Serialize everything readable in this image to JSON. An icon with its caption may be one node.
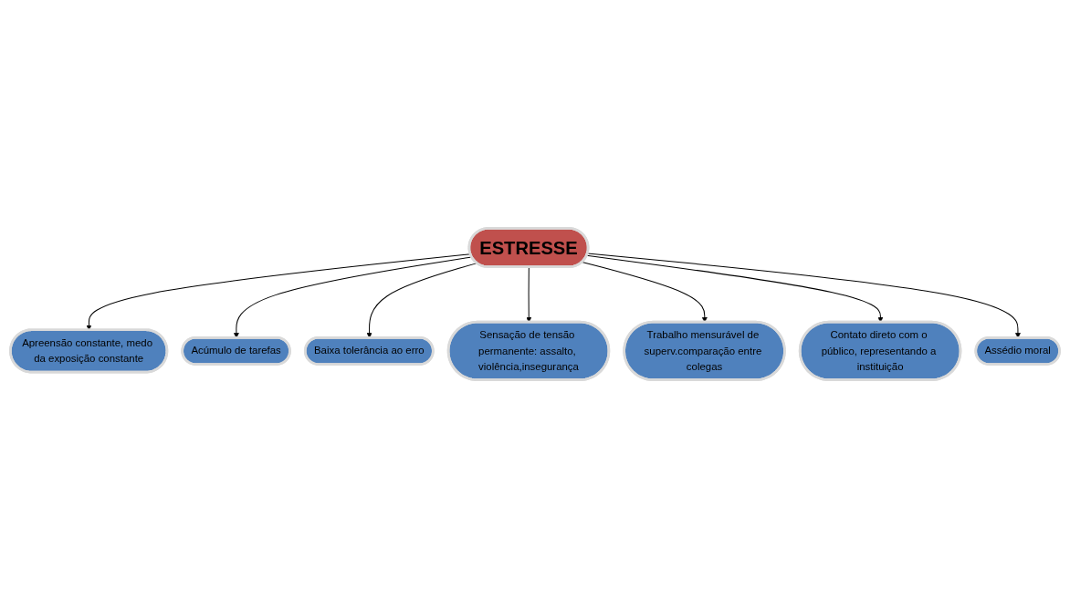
{
  "diagram": {
    "nodes": [
      {
        "text": [
          "ESTRESSE"
        ]
      },
      {
        "text": [
          "Apreensão constante, medo da exposição constante"
        ]
      },
      {
        "text": [
          "Acúmulo de tarefas"
        ]
      },
      {
        "text": [
          "Baixa tolerância ao erro"
        ]
      },
      {
        "text": [
          "Sensação de tensão permanente: assalto, violência,insegurança"
        ]
      },
      {
        "text": [
          "Trabalho mensurável de superv.comparação entre colegas"
        ]
      },
      {
        "text": [
          "Contato direto com o público, representando a instituição"
        ]
      },
      {
        "text": [
          "Assédio moral"
        ]
      }
    ],
    "edges": [
      {
        "from": 0,
        "to": 1,
        "arrow": "to"
      },
      {
        "from": 0,
        "to": 2,
        "arrow": "to"
      },
      {
        "from": 0,
        "to": 3,
        "arrow": "to"
      },
      {
        "from": 0,
        "to": 4,
        "arrow": "to"
      },
      {
        "from": 0,
        "to": 5,
        "arrow": "to"
      },
      {
        "from": 0,
        "to": 6,
        "arrow": "to"
      },
      {
        "from": 0,
        "to": 7,
        "arrow": "to"
      }
    ]
  }
}
